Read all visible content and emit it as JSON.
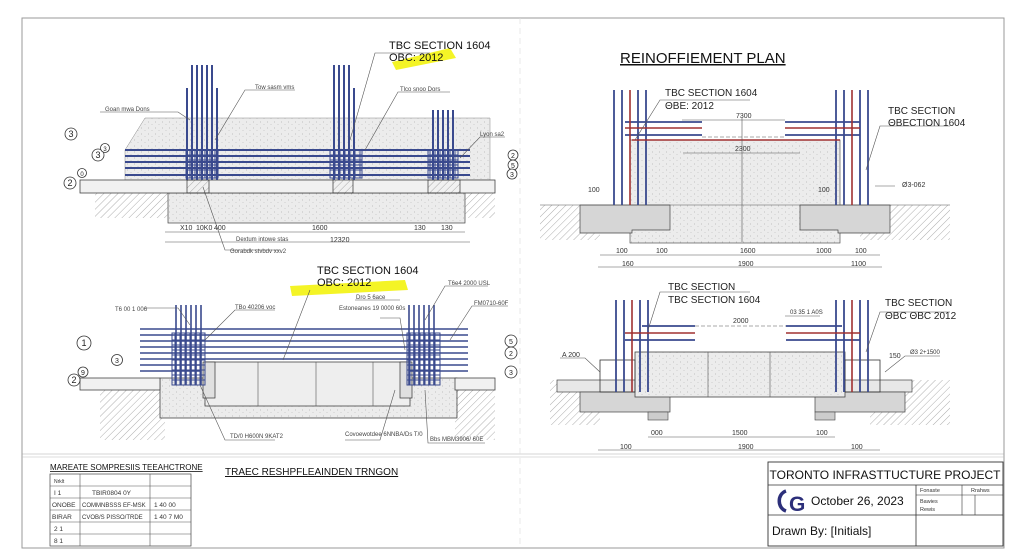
{
  "sheet": {
    "main_title": "REINOFFIEMENT PLAN",
    "section_a": {
      "code_line1": "TBC SECTION 1604",
      "code_line2": "OBC: 2012",
      "labels": [
        "Goan mwa Dons",
        "Tow sasm vms",
        "Tlco snoo Dors",
        "Lyon sa2",
        "Dextum intowe stas",
        "Gorabdk stvbdv xxv2"
      ],
      "dims": [
        "X10",
        "10K0",
        "400",
        "1600",
        "130",
        "130",
        "12320"
      ],
      "bubbles": [
        "3",
        "3",
        "3",
        "2",
        "0",
        "2",
        "5",
        "3"
      ]
    },
    "section_b": {
      "code_line1": "TBC SECTION 1604",
      "code_line2": "OBC: 2012",
      "labels": [
        "T6 00 1 006",
        "TBo 40206 voc",
        "Dro 5 6ace",
        "Estoneanes 19 0000 60s",
        "T6e4 2000 USL",
        "FM0710-60F",
        "TD/0 H600N 9KAT2",
        "Covoewotdee 6NNBA/Ds T/0",
        "Bbs MBM3906/ 60E"
      ],
      "bubbles": [
        "1",
        "3",
        "9",
        "2",
        "5",
        "2",
        "3"
      ],
      "caption": "TRAEC RESHPFLEAINDEN TRNGON"
    },
    "section_c": {
      "left_code_line1": "TBC SECTION 1604",
      "left_code_line2": "ΘBE: 2012",
      "right_code_line1": "TBC SECTION",
      "right_code_line2": "ΘBECTION 1604",
      "labels": [
        "7300",
        "2300",
        "100",
        "100",
        "Ø3-062"
      ],
      "dims": [
        "100",
        "100",
        "1600",
        "1000",
        "100",
        "160",
        "1900",
        "1100"
      ]
    },
    "section_d": {
      "left_code_line1": "TBC SECTION",
      "left_code_line2": "TBC SECTION 1604",
      "right_code_line1": "TBC SECTION",
      "right_code_line2": "ΘBC ΘBC 2012",
      "labels": [
        "2000",
        "03 35 1 A0S",
        "A 200",
        "150",
        "Ø3 2+1500"
      ],
      "dims": [
        "000",
        "1500",
        "100",
        "100",
        "1900",
        "100"
      ]
    },
    "material_table": {
      "title": "MAREATE SOMPRESIIS TEEAHCTRONE",
      "header": "Nrklt",
      "rows": [
        [
          "I 1",
          "TBIR0804 0Y",
          ""
        ],
        [
          "ONOBE",
          "COMMNBSSS EF-MSK",
          "1 40 00"
        ],
        [
          "BIRAR",
          "CVOB/S PISSO/TRDE",
          "1 40 7 M0"
        ],
        [
          "2 1",
          "",
          ""
        ],
        [
          "8 1",
          "",
          ""
        ]
      ]
    },
    "title_block": {
      "project": "TORONTO INFRASTTUCTURE PROJECT",
      "logo_text": "CG",
      "date": "October 26, 2023",
      "drawn_by": "Drawn By: [Initials]",
      "field1": "Fonaste",
      "field2": "Rrahws",
      "field3": "Bawies",
      "field4": "Rewis"
    }
  },
  "colors": {
    "rebar_blue": "#3a4a8e",
    "rebar_red": "#a03030",
    "highlight": "#f2f200",
    "logo": "#2c2f7a"
  }
}
